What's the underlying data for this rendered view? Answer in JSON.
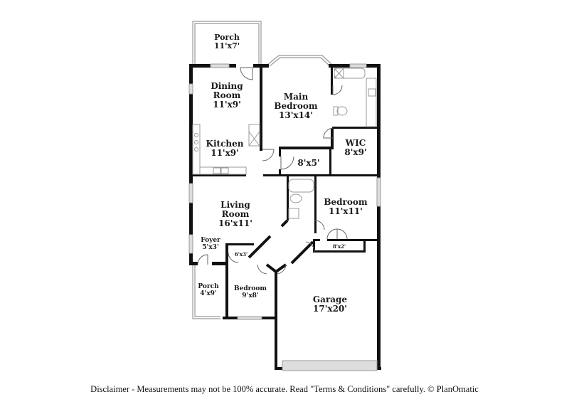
{
  "floorplan": {
    "rooms": [
      {
        "id": "porch-top",
        "name": "Porch",
        "size": "11'x7'"
      },
      {
        "id": "dining",
        "name_line1": "Dining",
        "name_line2": "Room",
        "size": "11'x9'"
      },
      {
        "id": "main-bedroom",
        "name_line1": "Main",
        "name_line2": "Bedroom",
        "size": "13'x14'"
      },
      {
        "id": "kitchen",
        "name": "Kitchen",
        "size": "11'x9'"
      },
      {
        "id": "wic",
        "name": "WIC",
        "size": "8'x9'"
      },
      {
        "id": "closet-8x5",
        "size": "8'x5'"
      },
      {
        "id": "living",
        "name_line1": "Living",
        "name_line2": "Room",
        "size": "16'x11'"
      },
      {
        "id": "bedroom-2",
        "name": "Bedroom",
        "size": "11'x11'"
      },
      {
        "id": "closet-8x2",
        "size": "8'x2'"
      },
      {
        "id": "foyer",
        "name": "Foyer",
        "size": "5'x3'"
      },
      {
        "id": "closet-6x3",
        "size": "6'x3'"
      },
      {
        "id": "porch-front",
        "name": "Porch",
        "size": "4'x9'"
      },
      {
        "id": "bedroom-3",
        "name": "Bedroom",
        "size": "9'x8'"
      },
      {
        "id": "garage",
        "name": "Garage",
        "size": "17'x20'"
      }
    ]
  },
  "footer": {
    "disclaimer": "Disclaimer - Measurements may not be 100% accurate. Read \"Terms & Conditions\" carefully. © PlanOmatic"
  }
}
